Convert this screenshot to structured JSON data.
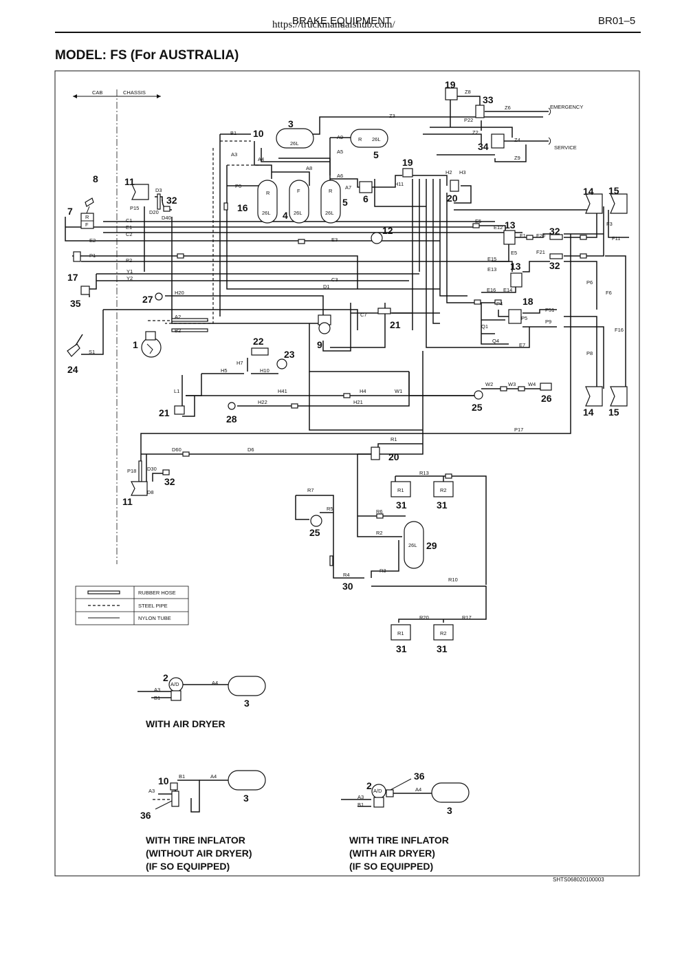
{
  "header": {
    "url": "https://truckmanualshub.com/",
    "title": "BRAKE EQUIPMENT",
    "page": "BR01–5"
  },
  "model_title": "MODEL: FS (For AUSTRALIA)",
  "zones": {
    "cab": "CAB",
    "chassis": "CHASSIS"
  },
  "lines": {
    "emergency": "EMERGENCY",
    "service": "SERVICE"
  },
  "tanks": {
    "capacity": "26L",
    "r": "R",
    "f": "F",
    "r1": "R1",
    "r2": "R2",
    "ad": "A/D"
  },
  "legend": [
    {
      "kind": "rubber",
      "label": "RUBBER HOSE"
    },
    {
      "kind": "steel",
      "label": "STEEL PIPE"
    },
    {
      "kind": "nylon",
      "label": "NYLON TUBE"
    }
  ],
  "captions": {
    "air_dryer": "WITH AIR DRYER",
    "tire_no_dryer": [
      "WITH TIRE INFLATOR",
      "(WITHOUT AIR DRYER)",
      "(IF SO EQUIPPED)"
    ],
    "tire_dryer": [
      "WITH TIRE INFLATOR",
      "(WITH AIR DRYER)",
      "(IF SO EQUIPPED)"
    ]
  },
  "code": "SHTS068020100003",
  "component_numbers": [
    "1",
    "2",
    "3",
    "4",
    "5",
    "6",
    "7",
    "8",
    "9",
    "10",
    "11",
    "12",
    "13",
    "14",
    "15",
    "16",
    "17",
    "18",
    "19",
    "20",
    "21",
    "22",
    "23",
    "24",
    "25",
    "26",
    "27",
    "28",
    "29",
    "30",
    "31",
    "32",
    "33",
    "34",
    "35",
    "36"
  ],
  "pipe_labels": [
    "A2",
    "A3",
    "A4",
    "A5",
    "A6",
    "A7",
    "A8",
    "A9",
    "B1",
    "B2",
    "C1",
    "C2",
    "C3",
    "C7",
    "D1",
    "D3",
    "D6",
    "D8",
    "D20",
    "D30",
    "D40",
    "D60",
    "E1",
    "E2",
    "E3",
    "E5",
    "E7",
    "E12",
    "E13",
    "E14",
    "E15",
    "E16",
    "F",
    "F1",
    "F3",
    "F6",
    "F11",
    "F16",
    "F20",
    "F21",
    "H2",
    "H3",
    "H4",
    "H5",
    "H7",
    "H10",
    "H11",
    "H20",
    "H21",
    "H22",
    "H41",
    "L1",
    "P0",
    "P1",
    "P2",
    "P4",
    "P5",
    "P6",
    "P8",
    "P9",
    "P15",
    "P17",
    "P18",
    "P22",
    "P51",
    "Q1",
    "Q4",
    "R",
    "R1",
    "R2",
    "R3",
    "R4",
    "R5",
    "R6",
    "R7",
    "R10",
    "R13",
    "R17",
    "R20",
    "S1",
    "W1",
    "W2",
    "W3",
    "W4",
    "Y1",
    "Y2",
    "Z2",
    "Z3",
    "Z4",
    "Z6",
    "Z8",
    "Z9"
  ]
}
